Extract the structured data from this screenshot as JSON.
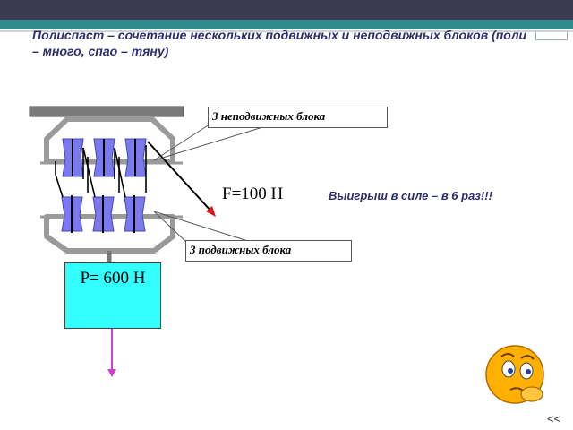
{
  "title": "Полиспаст – сочетание нескольких подвижных и неподвижных блоков (поли – много, спао – тяну)",
  "labels": {
    "fixed_blocks": "3 неподвижных блока",
    "movable_blocks": "3 подвижных блока"
  },
  "force": "F=100 Н",
  "weight": "P= 600 Н",
  "gain": "Выигрыш в силе – в 6 раз!!!",
  "nav": "<<",
  "colors": {
    "pulley": "#7a7aee",
    "frame": "#9a9a9a",
    "force_arrow": "#e01010",
    "weight_arrow": "#d040d0",
    "load": "#33ffff",
    "title": "#2c2f6e"
  },
  "icons": {
    "smiley": "thinking-face-icon"
  }
}
